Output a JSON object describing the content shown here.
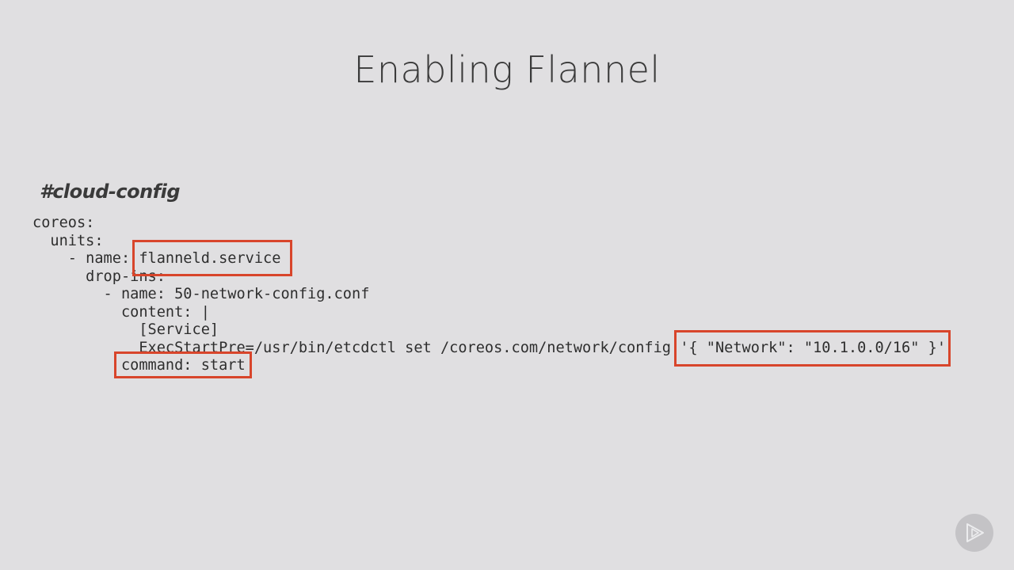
{
  "slide": {
    "title": "Enabling Flannel",
    "code_heading": "#cloud-config",
    "code_lines": [
      "coreos:",
      "  units:",
      "    - name: flanneld.service",
      "      drop-ins:",
      "        - name: 50-network-config.conf",
      "          content: |",
      "            [Service]",
      "            ExecStartPre=/usr/bin/etcdctl set /coreos.com/network/config '{ \"Network\": \"10.1.0.0/16\" }'",
      "          command: start"
    ]
  },
  "colors": {
    "background": "#e0dfe1",
    "highlight_border": "#d8452b",
    "text": "#2e2e2e"
  },
  "logo": {
    "icon": "play-triangle-icon"
  }
}
